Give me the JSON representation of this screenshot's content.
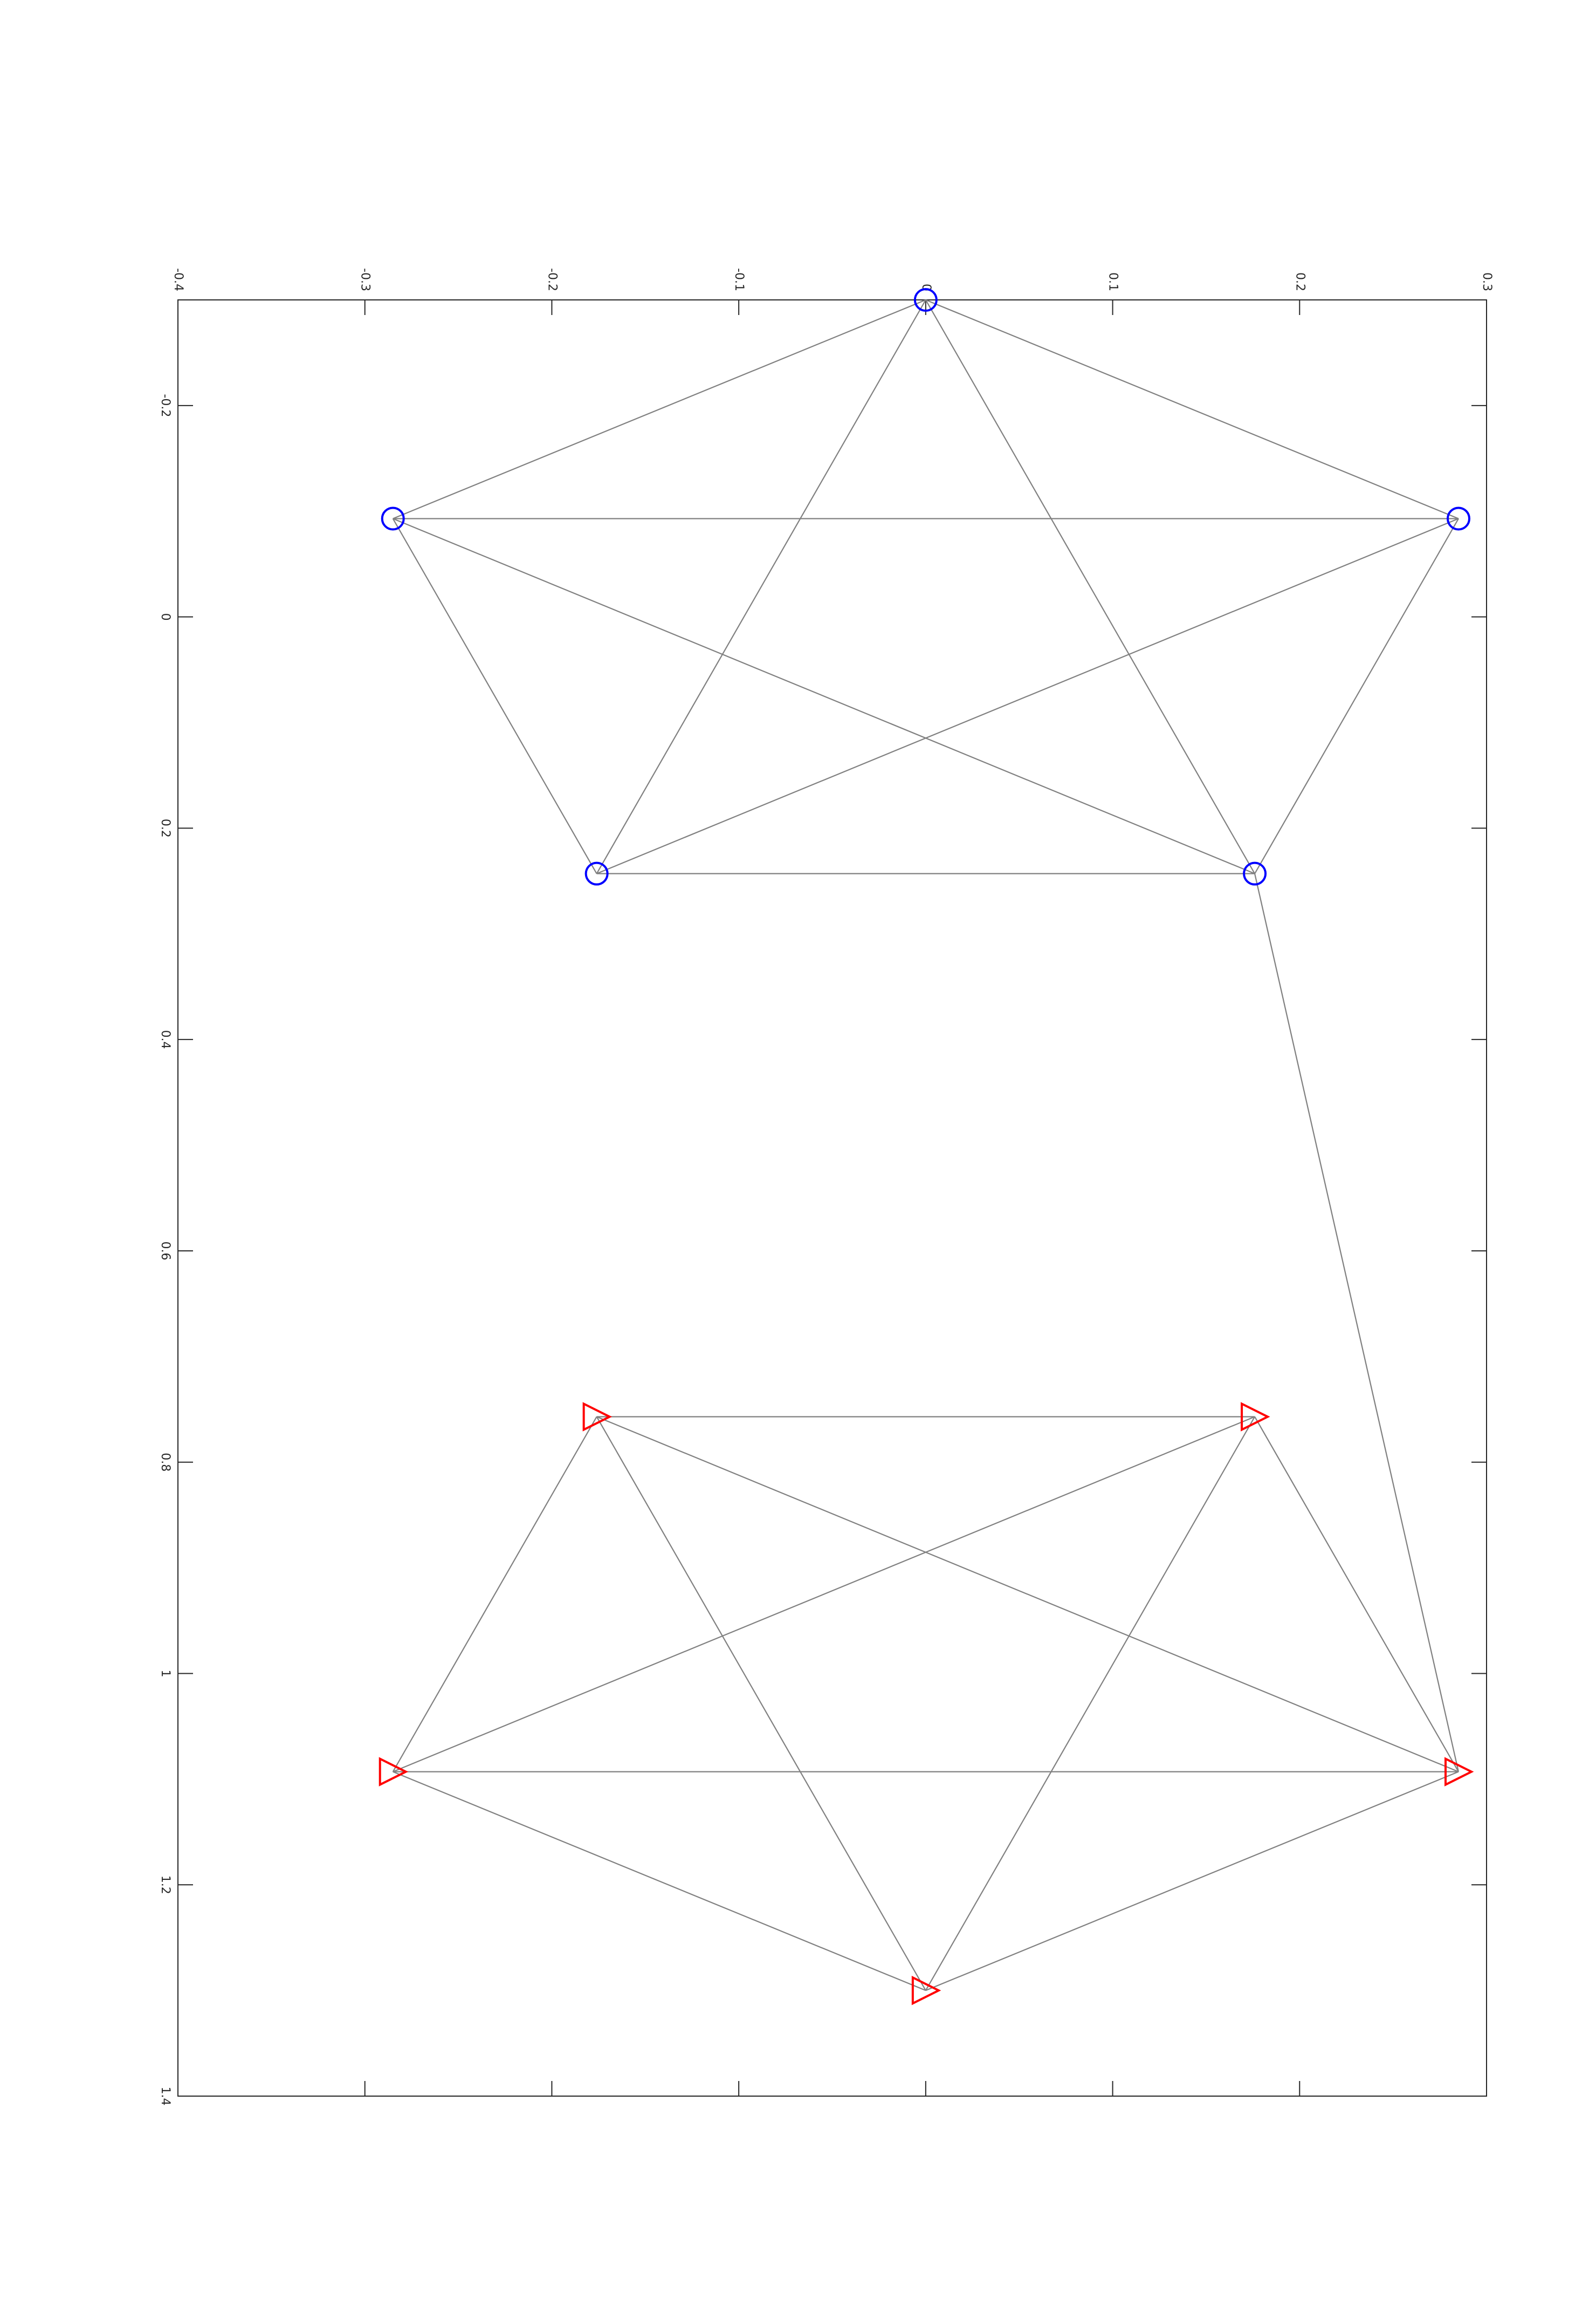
{
  "chart_data": {
    "type": "scatter",
    "title": "",
    "xlabel": "",
    "ylabel": "",
    "orientation": "rotated-90-clockwise",
    "xlim": [
      -0.4,
      0.3
    ],
    "ylim": [
      -0.3,
      1.4
    ],
    "x_ticks": [
      "-0.4",
      "-0.3",
      "-0.2",
      "-0.1",
      "0",
      "0.1",
      "0.2",
      "0.3"
    ],
    "y_ticks": [
      "-0.2",
      "0",
      "0.2",
      "0.4",
      "0.6",
      "0.8",
      "1",
      "1.2",
      "1.4"
    ],
    "grid": false,
    "legend": "none",
    "edge_color": "#808080",
    "nodes": [
      {
        "id": 1,
        "group": "circle",
        "color": "#0000ff",
        "x": 0.0,
        "y": -0.3
      },
      {
        "id": 2,
        "group": "circle",
        "color": "#0000ff",
        "x": 0.285,
        "y": -0.093
      },
      {
        "id": 3,
        "group": "circle",
        "color": "#0000ff",
        "x": 0.176,
        "y": 0.243
      },
      {
        "id": 4,
        "group": "circle",
        "color": "#0000ff",
        "x": -0.176,
        "y": 0.243
      },
      {
        "id": 5,
        "group": "circle",
        "color": "#0000ff",
        "x": -0.285,
        "y": -0.093
      },
      {
        "id": 6,
        "group": "triangle",
        "color": "#ff0000",
        "x": -0.176,
        "y": 0.757
      },
      {
        "id": 7,
        "group": "triangle",
        "color": "#ff0000",
        "x": 0.176,
        "y": 0.757
      },
      {
        "id": 8,
        "group": "triangle",
        "color": "#ff0000",
        "x": 0.285,
        "y": 1.093
      },
      {
        "id": 9,
        "group": "triangle",
        "color": "#ff0000",
        "x": 0.0,
        "y": 1.3
      },
      {
        "id": 10,
        "group": "triangle",
        "color": "#ff0000",
        "x": -0.285,
        "y": 1.093
      }
    ],
    "edges": [
      [
        1,
        2
      ],
      [
        1,
        3
      ],
      [
        1,
        4
      ],
      [
        1,
        5
      ],
      [
        2,
        3
      ],
      [
        2,
        4
      ],
      [
        2,
        5
      ],
      [
        3,
        4
      ],
      [
        3,
        5
      ],
      [
        4,
        5
      ],
      [
        6,
        7
      ],
      [
        6,
        8
      ],
      [
        6,
        9
      ],
      [
        6,
        10
      ],
      [
        7,
        8
      ],
      [
        7,
        9
      ],
      [
        7,
        10
      ],
      [
        8,
        9
      ],
      [
        8,
        10
      ],
      [
        9,
        10
      ],
      [
        3,
        8
      ]
    ]
  }
}
